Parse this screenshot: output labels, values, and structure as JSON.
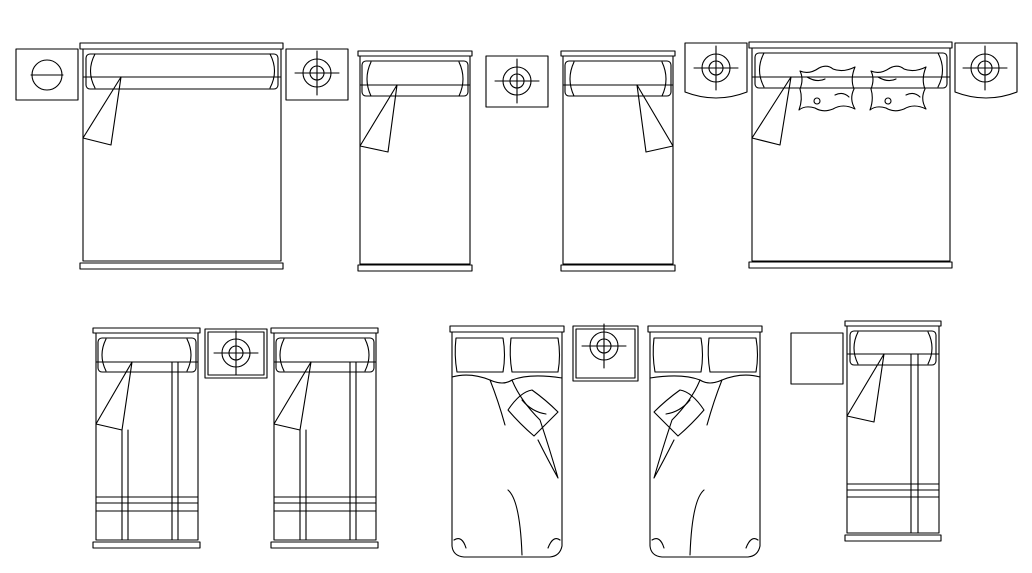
{
  "drawing": {
    "stroke_color": "#000000",
    "background_color": "#ffffff",
    "symbol_types": [
      "double-bed",
      "single-bed",
      "nightstand-with-lamp",
      "nightstand-plain",
      "pillow",
      "folded-blanket"
    ]
  }
}
